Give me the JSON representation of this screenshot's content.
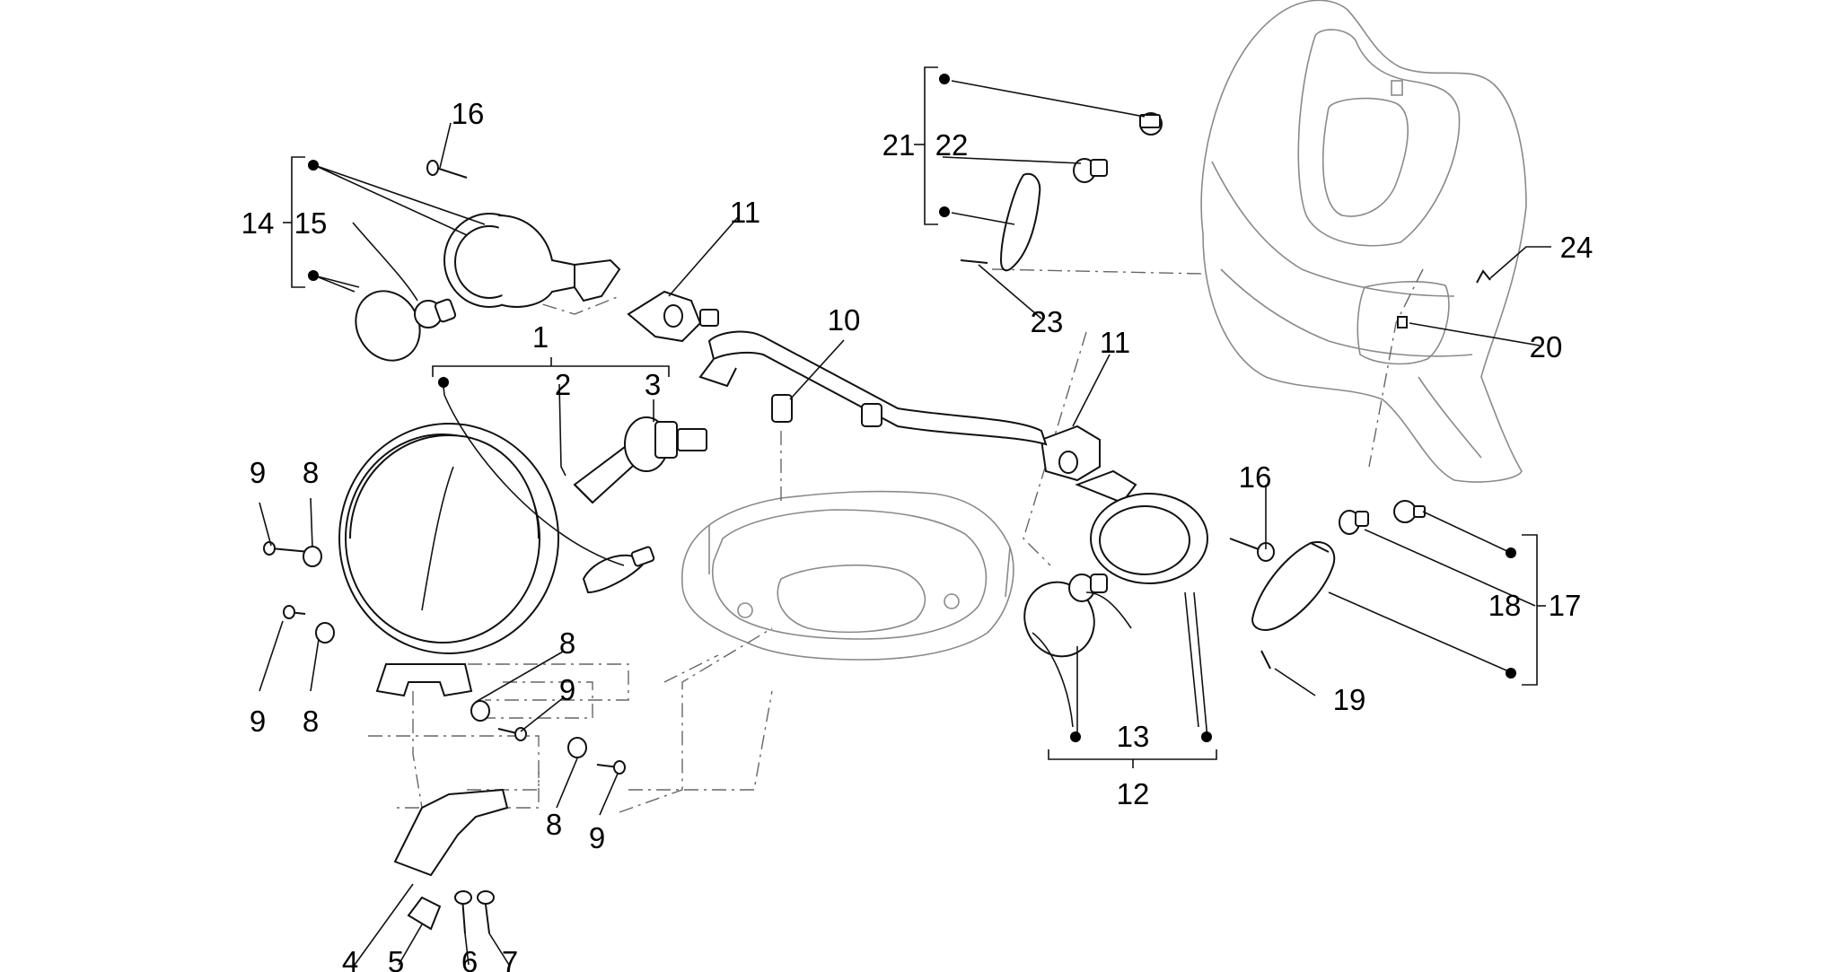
{
  "callouts": [
    {
      "id": "c1",
      "text": "1"
    },
    {
      "id": "c2",
      "text": "2"
    },
    {
      "id": "c3",
      "text": "3"
    },
    {
      "id": "c4",
      "text": "4"
    },
    {
      "id": "c5",
      "text": "5"
    },
    {
      "id": "c6",
      "text": "6"
    },
    {
      "id": "c7",
      "text": "7"
    },
    {
      "id": "c8a",
      "text": "8"
    },
    {
      "id": "c8b",
      "text": "8"
    },
    {
      "id": "c8c",
      "text": "8"
    },
    {
      "id": "c8d",
      "text": "8"
    },
    {
      "id": "c9a",
      "text": "9"
    },
    {
      "id": "c9b",
      "text": "9"
    },
    {
      "id": "c9c",
      "text": "9"
    },
    {
      "id": "c9d",
      "text": "9"
    },
    {
      "id": "c10",
      "text": "10"
    },
    {
      "id": "c11a",
      "text": "11"
    },
    {
      "id": "c11b",
      "text": "11"
    },
    {
      "id": "c12",
      "text": "12"
    },
    {
      "id": "c13",
      "text": "13"
    },
    {
      "id": "c14",
      "text": "14"
    },
    {
      "id": "c15",
      "text": "15"
    },
    {
      "id": "c16a",
      "text": "16"
    },
    {
      "id": "c16b",
      "text": "16"
    },
    {
      "id": "c17",
      "text": "17"
    },
    {
      "id": "c18",
      "text": "18"
    },
    {
      "id": "c19",
      "text": "19"
    },
    {
      "id": "c20",
      "text": "20"
    },
    {
      "id": "c21",
      "text": "21"
    },
    {
      "id": "c22",
      "text": "22"
    },
    {
      "id": "c23",
      "text": "23"
    },
    {
      "id": "c24",
      "text": "24"
    }
  ]
}
